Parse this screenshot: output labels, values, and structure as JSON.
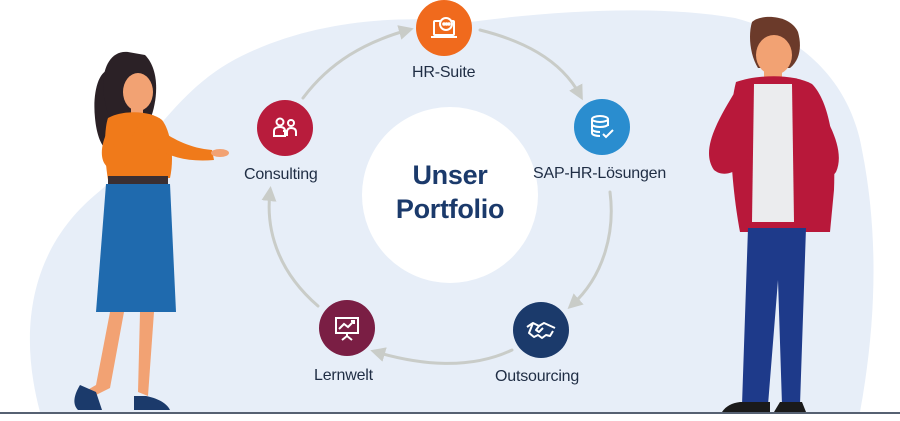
{
  "center": {
    "line1": "Unser",
    "line2": "Portfolio"
  },
  "nodes": [
    {
      "label": "HR-Suite",
      "color": "#f06a1d",
      "icon": "laptop-chat-icon"
    },
    {
      "label": "SAP-HR-Lösungen",
      "color": "#2a8dcf",
      "icon": "database-check-icon"
    },
    {
      "label": "Outsourcing",
      "color": "#1b3a6b",
      "icon": "handshake-icon"
    },
    {
      "label": "Lernwelt",
      "color": "#7a1e44",
      "icon": "presentation-board-icon"
    },
    {
      "label": "Consulting",
      "color": "#b81c3c",
      "icon": "people-consulting-icon"
    }
  ],
  "colors": {
    "background_blob": "#e7eef8",
    "center_circle": "#ffffff",
    "arrow": "#c9ccc8",
    "ground_line": "#1f2d44"
  }
}
